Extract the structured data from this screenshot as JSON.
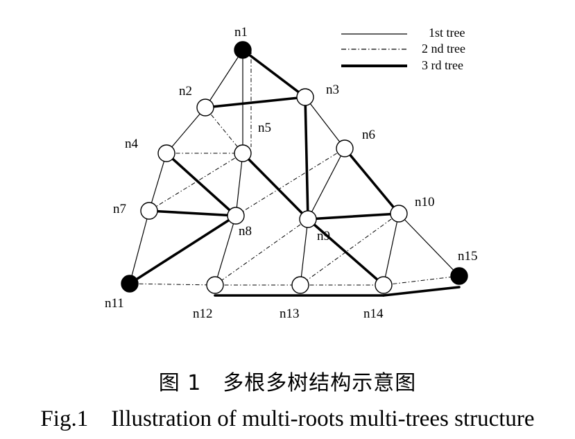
{
  "legend": {
    "first": "1st tree",
    "second": "2 nd tree",
    "third": "3 rd tree"
  },
  "nodes": {
    "n1": "n1",
    "n2": "n2",
    "n3": "n3",
    "n4": "n4",
    "n5": "n5",
    "n6": "n6",
    "n7": "n7",
    "n8": "n8",
    "n9": "n9",
    "n10": "n10",
    "n11": "n11",
    "n12": "n12",
    "n13": "n13",
    "n14": "n14",
    "n15": "n15"
  },
  "roots": [
    "n1",
    "n11",
    "n15"
  ],
  "caption": {
    "cn": "图 1　多根多树结构示意图",
    "en": "Fig.1　Illustration of multi-roots multi-trees structure"
  }
}
